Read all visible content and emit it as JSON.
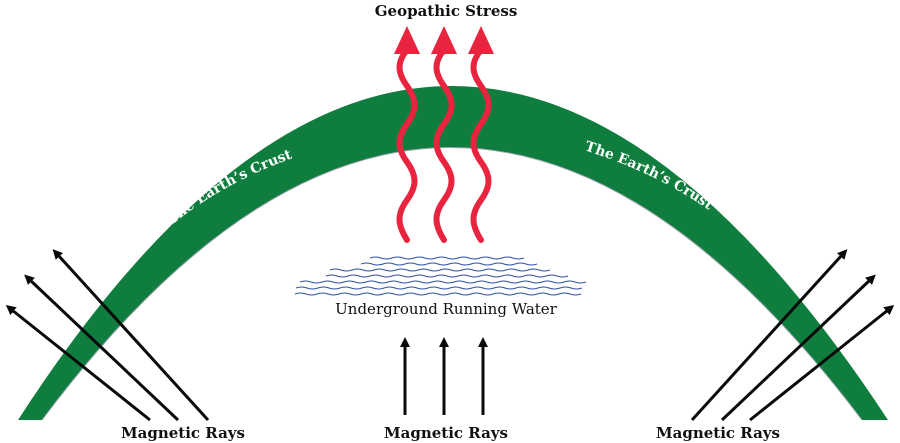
{
  "title": "Geopathic Stress",
  "crust_label_left": "The Earth’s Crust",
  "crust_label_right": "The Earth’s Crust",
  "water_label": "Underground Running Water",
  "rays_label_left": "Magnetic Rays",
  "rays_label_center": "Magnetic Rays",
  "rays_label_right": "Magnetic Rays",
  "colors": {
    "crust": "#0f7d3e",
    "crust_text": "#ffffff",
    "stress": "#e8243f",
    "water": "#2e4fa0",
    "rays": "#0a0a0a"
  }
}
